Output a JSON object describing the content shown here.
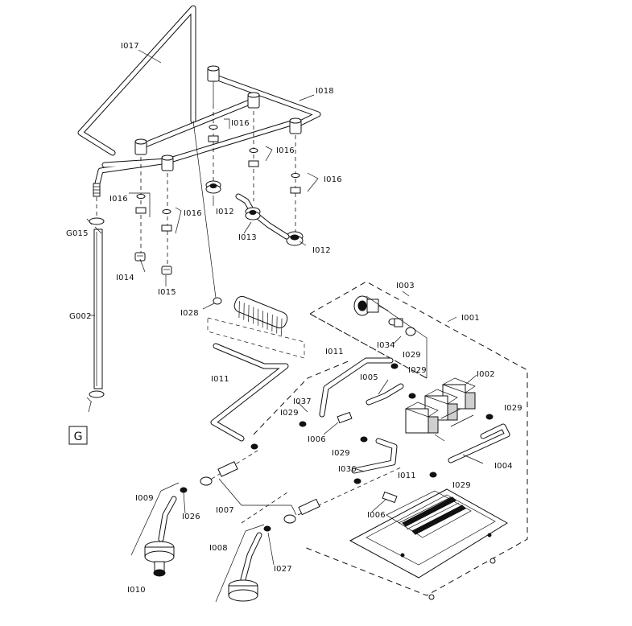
{
  "labels": {
    "i017": "I017",
    "i018": "I018",
    "i016_a": "I016",
    "i016_b": "I016",
    "i016_c": "I016",
    "i016_d": "I016",
    "i016_e": "I016",
    "i012_a": "I012",
    "i012_b": "I012",
    "i013": "I013",
    "i014": "I014",
    "i015": "I015",
    "g015": "G015",
    "g002": "G002",
    "i028": "I028",
    "i003": "I003",
    "i001": "I001",
    "i034": "I034",
    "i029_a": "I029",
    "i029_b": "I029",
    "i029_c": "I029",
    "i029_d": "I029",
    "i029_e": "I029",
    "i029_f": "I029",
    "i011_a": "I011",
    "i011_b": "I011",
    "i011_c": "I011",
    "i002": "I002",
    "i005": "I005",
    "i037": "I037",
    "i006_a": "I006",
    "i006_b": "I006",
    "i004": "I004",
    "i036": "I036",
    "i009": "I009",
    "i026": "I026",
    "i007": "I007",
    "i010": "I010",
    "i008": "I008",
    "i027": "I027"
  },
  "section_marker": "G"
}
